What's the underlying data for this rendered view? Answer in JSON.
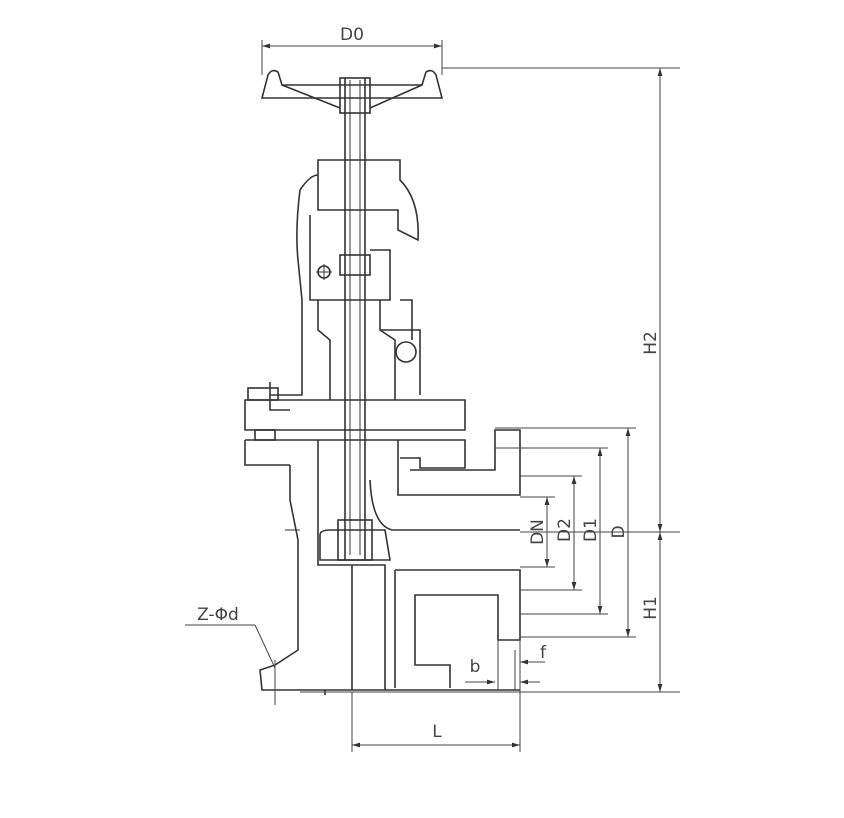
{
  "drawing": {
    "labels": {
      "d0": "D0",
      "h2": "H2",
      "h1": "H1",
      "dn": "DN",
      "d2": "D2",
      "d1": "D1",
      "d": "D",
      "f": "f",
      "b": "b",
      "l": "L",
      "bolt": "Z-Φd"
    },
    "line_color": "#333333"
  }
}
